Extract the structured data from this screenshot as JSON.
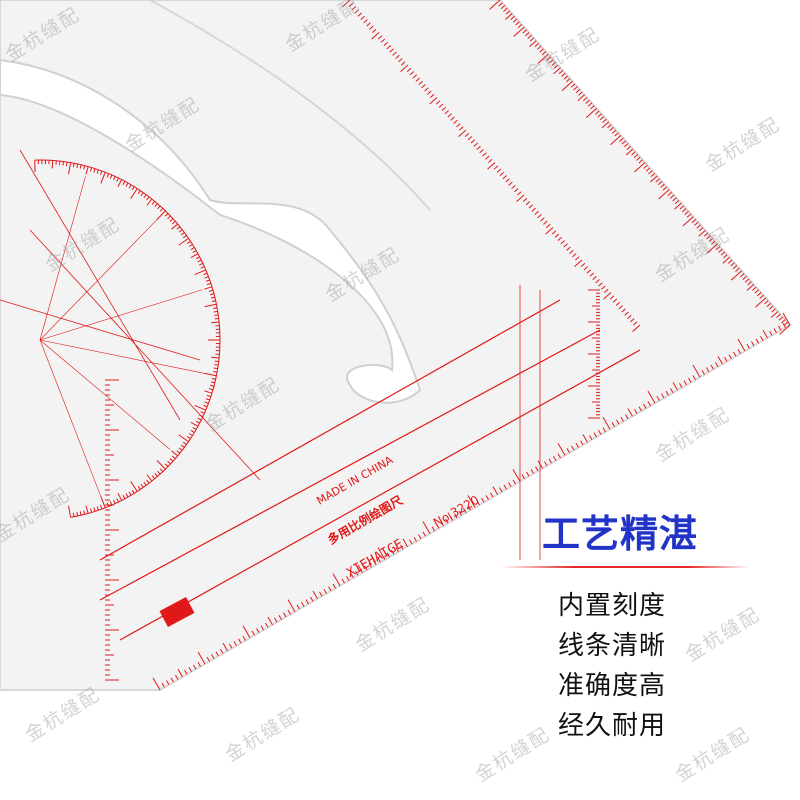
{
  "watermark": {
    "text": "金杭缝配"
  },
  "ruler": {
    "made_in": "MADE IN CHINA",
    "product_name": "多用比例绘图尺",
    "brand": "XIEHAIGE",
    "model": "No.3220",
    "red_color": "#e01818"
  },
  "promo": {
    "title": "工艺精湛",
    "lines": [
      "内置刻度",
      "线条清晰",
      "准确度高",
      "经久耐用"
    ],
    "title_color": "#2233c8",
    "rule_color": "#e62828"
  }
}
